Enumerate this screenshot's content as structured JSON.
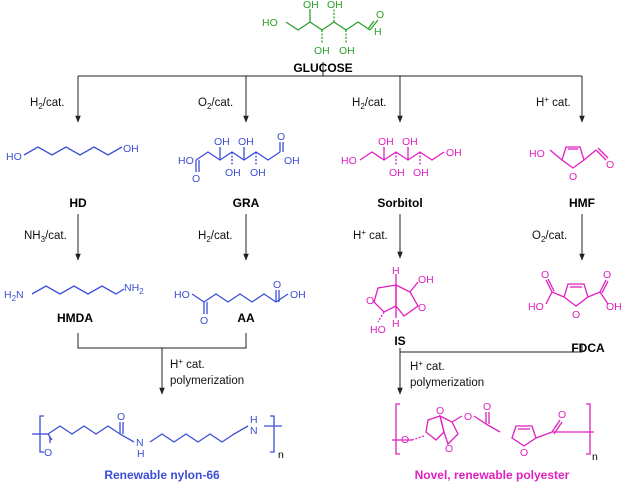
{
  "colors": {
    "glucose": "#2ca02c",
    "blue": "#3c4fd6",
    "magenta": "#e020c0",
    "flow": "#222222"
  },
  "glucose": {
    "name": "GLUCOSE",
    "atoms": {
      "ho": "HO",
      "oh": "OH",
      "h": "H",
      "o": "O"
    }
  },
  "conditions": {
    "h2_cat_a": "H2/cat.",
    "o2_cat_a": "O2/cat.",
    "h2_cat_b": "H2/cat.",
    "h_cat_a": "H+ cat.",
    "nh3_cat": "NH3/cat.",
    "h2_cat_c": "H2/cat.",
    "h_cat_b": "H+ cat.",
    "o2_cat_b": "O2/cat.",
    "poly_left": [
      "H+ cat.",
      "polymerization"
    ],
    "poly_right": [
      "H+ cat.",
      "polymerization"
    ]
  },
  "compounds": {
    "hd": "HD",
    "gra": "GRA",
    "sorbitol": "Sorbitol",
    "hmf": "HMF",
    "hmda": "HMDA",
    "aa": "AA",
    "is": "IS",
    "fdca": "FDCA"
  },
  "atoms": {
    "oh": "OH",
    "ho": "HO",
    "o": "O",
    "h": "H",
    "n": "N",
    "nh2": "NH2",
    "h2n": "H2N",
    "n_sub": "n"
  },
  "products": {
    "nylon": "Renewable nylon-66",
    "polyester": "Novel, renewable polyester"
  }
}
